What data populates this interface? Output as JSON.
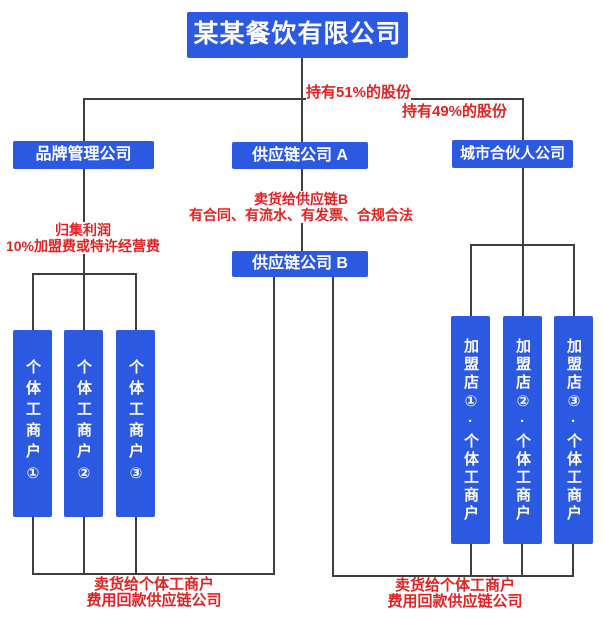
{
  "colors": {
    "box_blue": "#2b59e2",
    "accent_red": "#e32222",
    "line_gray": "#3f3f3f",
    "background": "#ffffff"
  },
  "nodes": {
    "parent_company": "某某餐饮有限公司",
    "brand_company": "品牌管理公司",
    "supply_chain_a": "供应链公司 A",
    "supply_chain_b": "供应链公司 B",
    "city_partner": "城市合伙人公司",
    "left_merchants": [
      "个体工商户①",
      "个体工商户②",
      "个体工商户③"
    ],
    "right_stores": [
      "加盟店①·个体工商户",
      "加盟店②·个体工商户",
      "加盟店③·个体工商户"
    ]
  },
  "labels": {
    "share_51": "持有51%的股份",
    "share_49": "持有49%的股份",
    "brand_note_line1": "归集利润",
    "brand_note_line2": "10%加盟费或特许经营费",
    "supply_note_line1": "卖货给供应链B",
    "supply_note_line2": "有合同、有流水、有发票、合规合法",
    "bottom_left_line1": "卖货给个体工商户",
    "bottom_left_line2": "费用回款供应链公司",
    "bottom_right_line1": "卖货给个体工商户",
    "bottom_right_line2": "费用回款供应链公司"
  }
}
